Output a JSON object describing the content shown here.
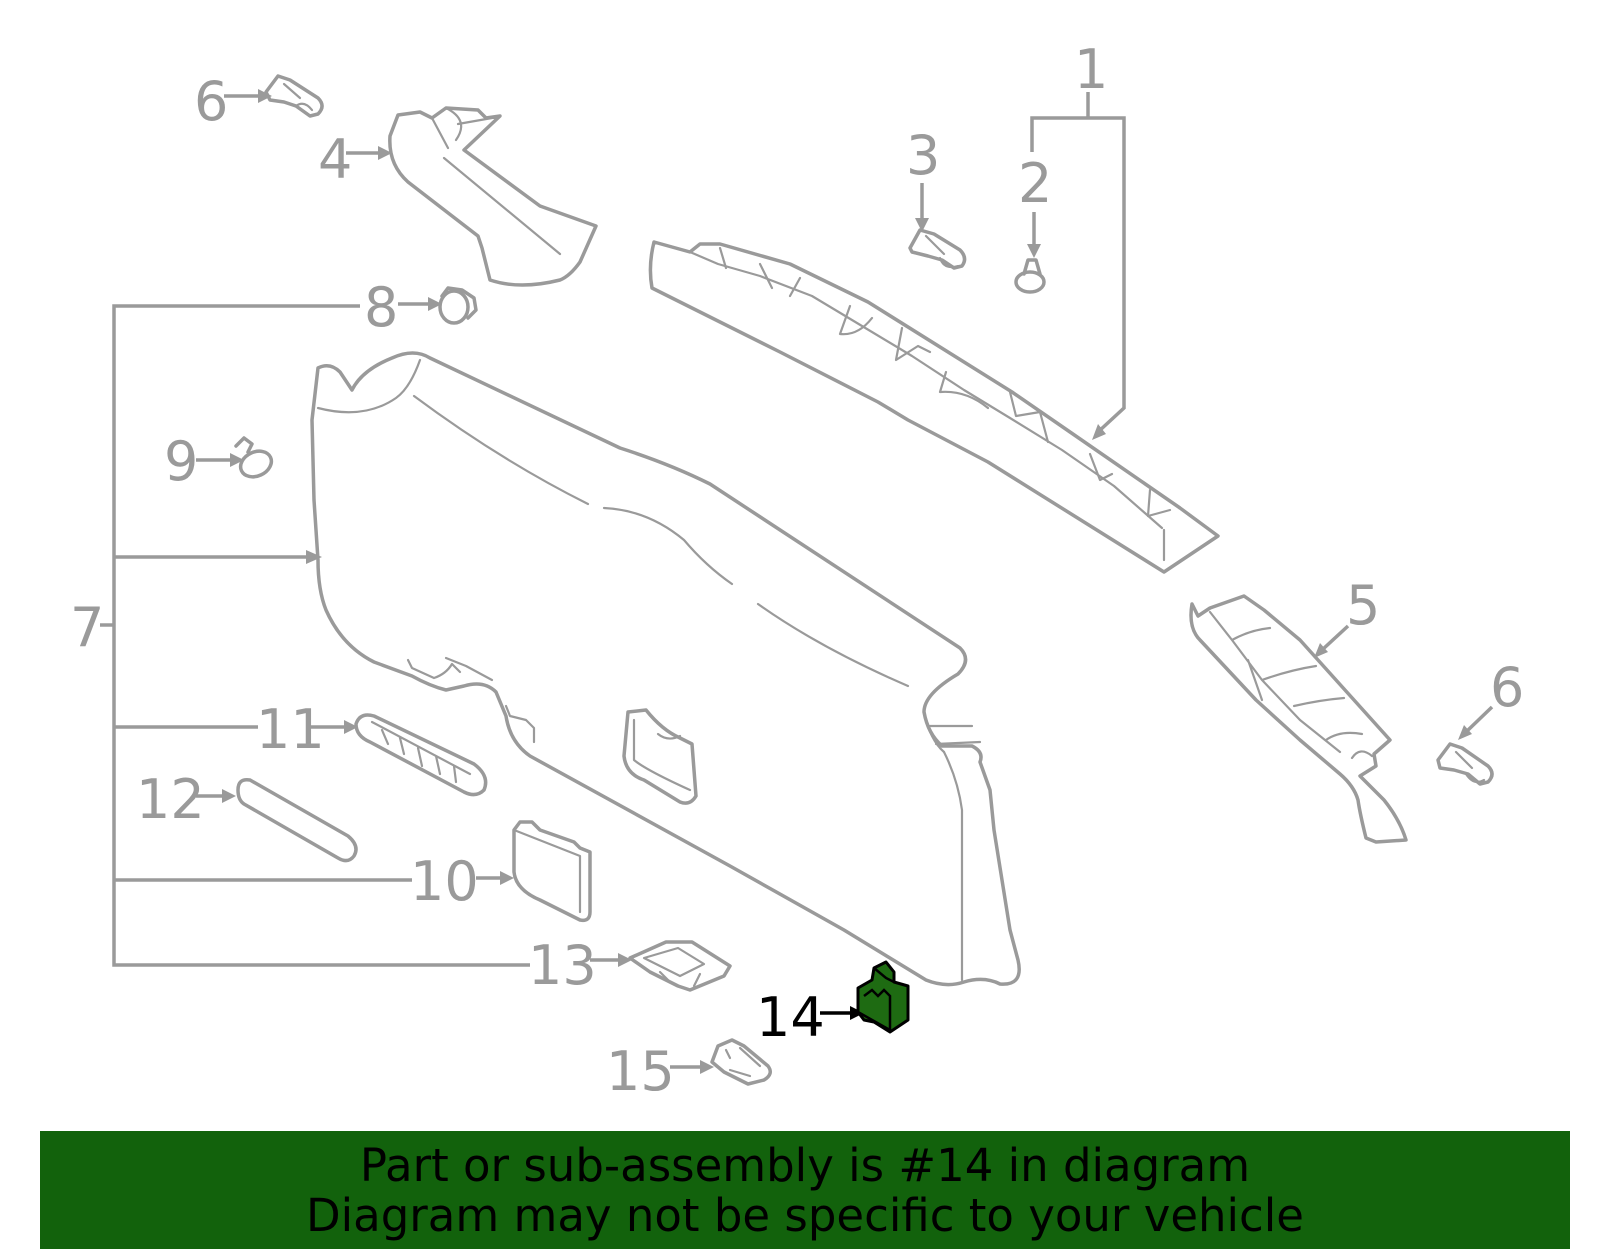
{
  "callouts": {
    "c1": "1",
    "c2": "2",
    "c3": "3",
    "c4": "4",
    "c5": "5",
    "c6a": "6",
    "c6b": "6",
    "c7": "7",
    "c8": "8",
    "c9": "9",
    "c10": "10",
    "c11": "11",
    "c12": "12",
    "c13": "13",
    "c14": "14",
    "c15": "15"
  },
  "highlighted_part": "14",
  "colors": {
    "line": "#9a9a9a",
    "highlight_fill": "#1e6b12",
    "banner_bg": "#12620c",
    "banner_text": "#000000"
  },
  "banner": {
    "line1": "Part or sub-assembly is #14 in diagram",
    "line2": "Diagram may not be specific to your vehicle"
  }
}
